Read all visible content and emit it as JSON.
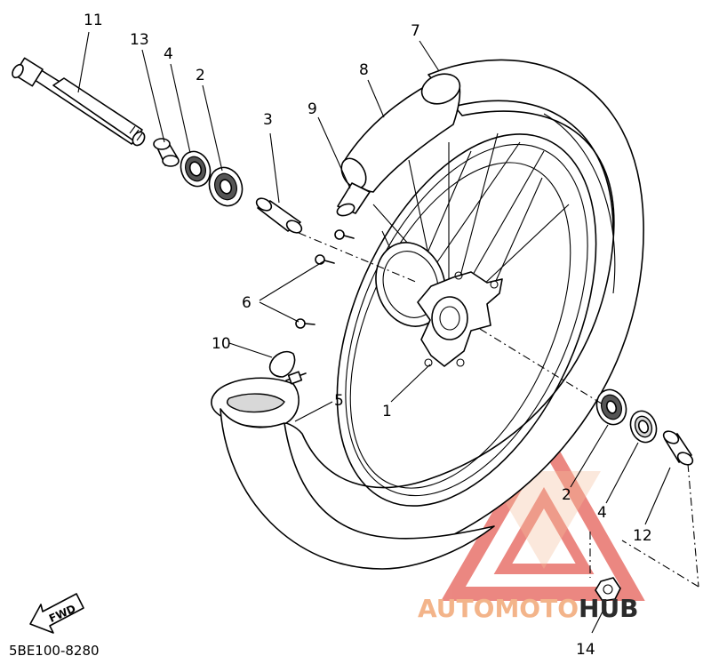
{
  "part_code": "5BE100-8280",
  "fwd_label": "FWD",
  "callouts": {
    "c1": "1",
    "c2a": "2",
    "c2b": "2",
    "c3": "3",
    "c4a": "4",
    "c4b": "4",
    "c5": "5",
    "c6": "6",
    "c7": "7",
    "c8": "8",
    "c9": "9",
    "c10": "10",
    "c11": "11",
    "c12": "12",
    "c13": "13",
    "c14": "14"
  },
  "watermark": {
    "brand_part1": "AUTOMOTO",
    "brand_part2": "HUB",
    "color_primary": "#e8736c",
    "color_secondary": "#f3b48a",
    "color_dark": "#2b2b2b"
  }
}
